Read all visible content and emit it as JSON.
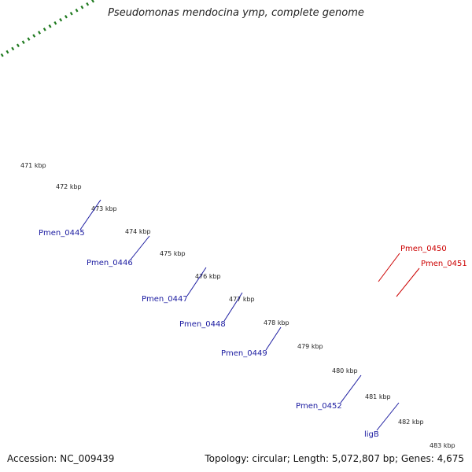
{
  "title": "Pseudomonas mendocina ymp, complete genome",
  "footer": {
    "accession": "Accession: NC_009439",
    "summary": "Topology: circular; Length: 5,072,807 bp; Genes: 4,675"
  },
  "colors": {
    "backbone": "#8c8c8c",
    "tick": "#1f7a1f",
    "forward_gene": "#0000ee",
    "cyan_gene": "#00e5ee",
    "red_gene": "#ee0000",
    "gray_gene": "#707070",
    "steel_gene": "#4a7fb5",
    "pink_gene": "#ee1f8c",
    "label_blue": "#1a1aa0",
    "label_red": "#cc0000"
  },
  "ticks": [
    "471 kbp",
    "472 kbp",
    "473 kbp",
    "474 kbp",
    "475 kbp",
    "476 kbp",
    "477 kbp",
    "478 kbp",
    "479 kbp",
    "480 kbp",
    "481 kbp",
    "482 kbp",
    "483 kbp"
  ],
  "gene_labels": [
    "Pmen_0445",
    "Pmen_0446",
    "Pmen_0447",
    "Pmen_0448",
    "Pmen_0449",
    "Pmen_0450",
    "Pmen_0451",
    "Pmen_0452",
    "ligB"
  ]
}
